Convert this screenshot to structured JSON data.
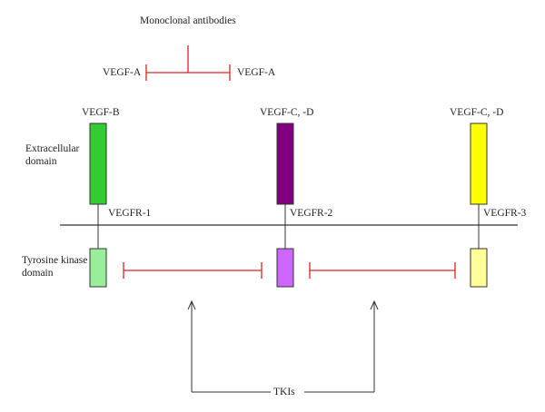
{
  "labels": {
    "monoclonal": "Monoclonal antibodies",
    "vegf_a_left": "VEGF-A",
    "vegf_a_right": "VEGF-A",
    "vegf_b": "VEGF-B",
    "vegf_cd_mid": "VEGF-C, -D",
    "vegf_cd_right": "VEGF-C, -D",
    "extracellular_line1": "Extracellular",
    "extracellular_line2": "domain",
    "tk_line1": "Tyrosine kinase",
    "tk_line2": "domain",
    "vegfr1": "VEGFR-1",
    "vegfr2": "VEGFR-2",
    "vegfr3": "VEGFR-3",
    "tkis": "TKIs"
  },
  "colors": {
    "inhibitor": "#e02020",
    "line": "#333333",
    "vegfr1_extracellular": "#33cc33",
    "vegfr1_kinase": "#99ee99",
    "vegfr2_extracellular": "#800080",
    "vegfr2_kinase": "#cc66ff",
    "vegfr3_extracellular": "#ffff00",
    "vegfr3_kinase": "#ffff99"
  }
}
